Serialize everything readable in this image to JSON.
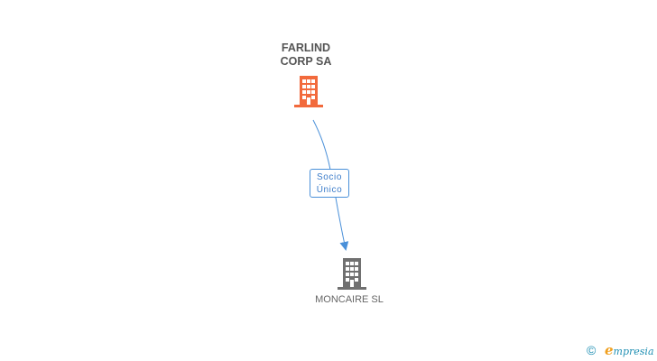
{
  "nodes": {
    "parent": {
      "name_line1": "FARLIND",
      "name_line2": "CORP SA",
      "icon": "building-icon",
      "color": "#f26a3c"
    },
    "child": {
      "name": "MONCAIRE SL",
      "icon": "building-icon",
      "color": "#707070"
    }
  },
  "edge": {
    "label_line1": "Socio",
    "label_line2": "Único",
    "color": "#4a90d9"
  },
  "footer": {
    "copyright_symbol": "©",
    "brand_initial": "e",
    "brand_rest": "mpresia"
  }
}
